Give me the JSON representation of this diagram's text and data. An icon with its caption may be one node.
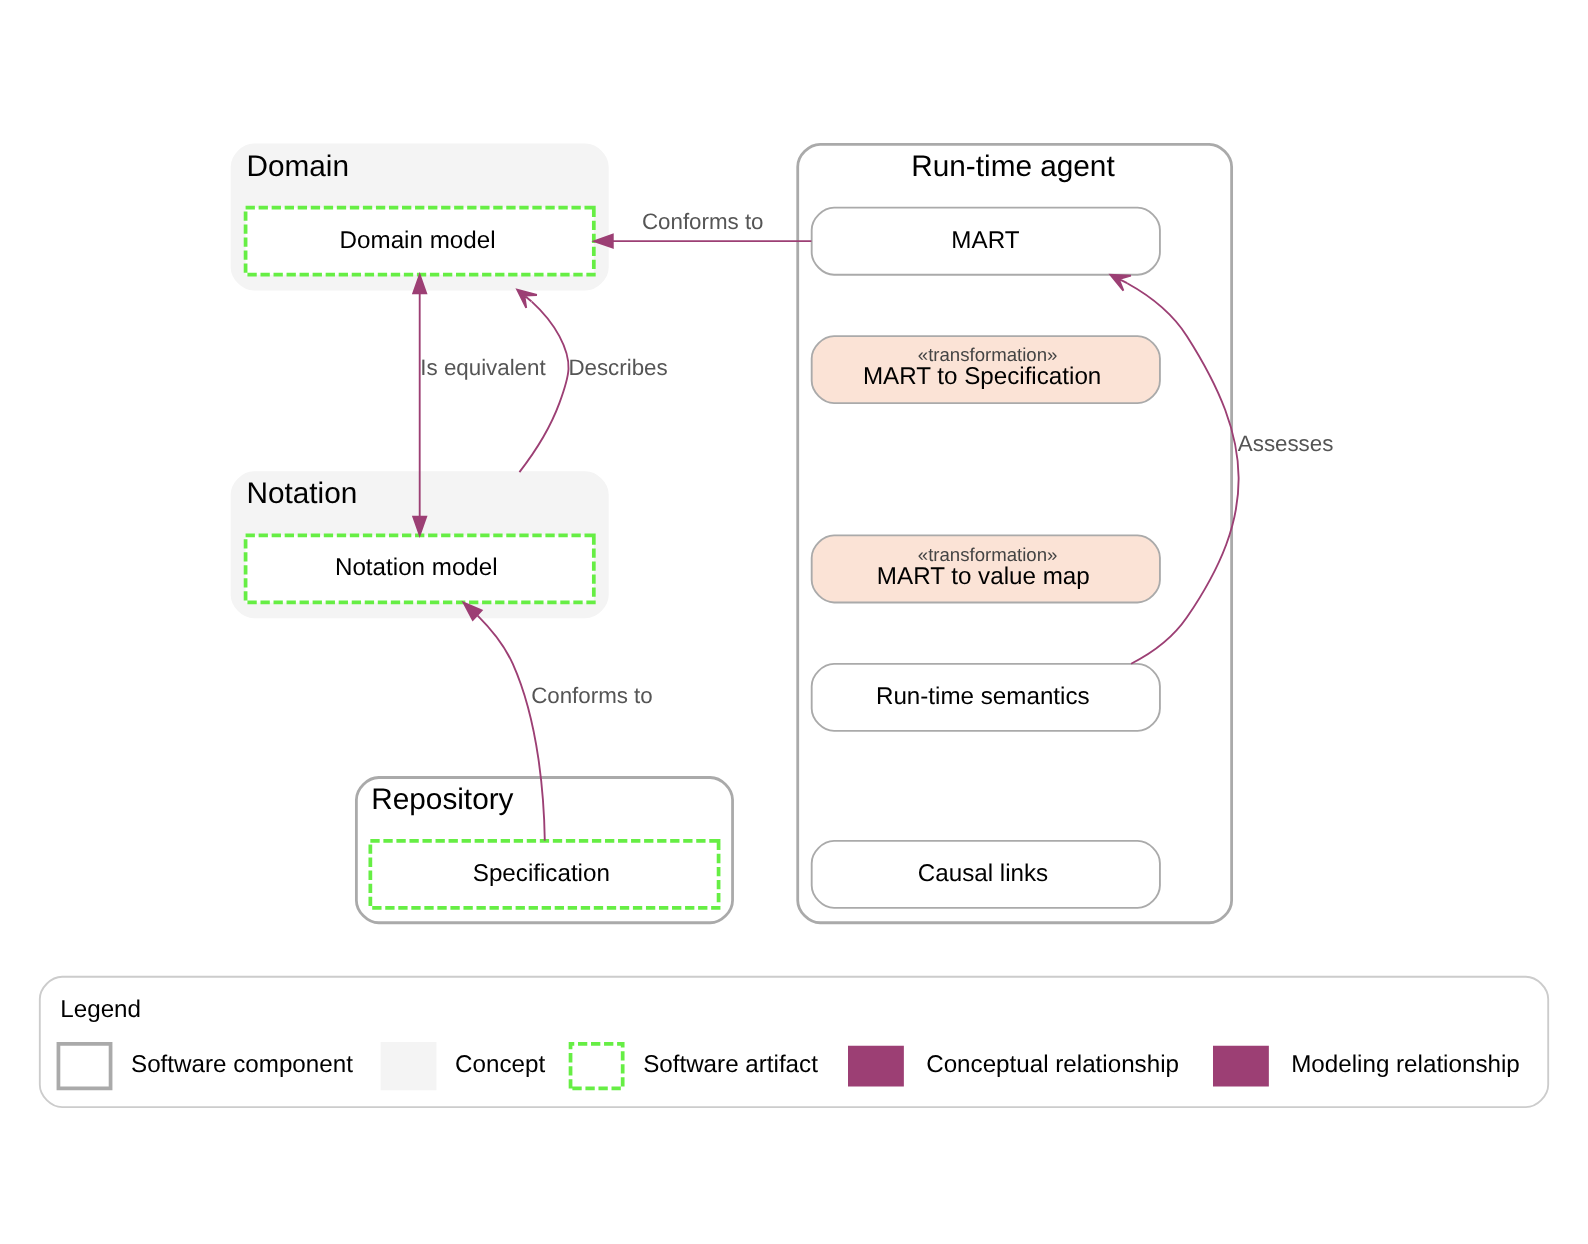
{
  "diagram": {
    "nodes": [
      {
        "text": [
          "Domain"
        ]
      },
      {
        "text": [
          "Domain model"
        ],
        "in": 0
      },
      {
        "text": [
          "Notation"
        ]
      },
      {
        "text": [
          "Notation model"
        ],
        "in": 2
      },
      {
        "text": [
          "Repository"
        ]
      },
      {
        "text": [
          "Specification"
        ],
        "in": 4
      },
      {
        "text": [
          "Run-time agent"
        ]
      },
      {
        "text": [
          "MART"
        ],
        "in": 6
      },
      {
        "text": [
          "«transformation»",
          "MART to Specification"
        ],
        "in": 6
      },
      {
        "text": [
          "«transformation»",
          "MART to value map"
        ],
        "in": 6
      },
      {
        "text": [
          "Run-time semantics"
        ],
        "in": 6
      },
      {
        "text": [
          "Causal links"
        ],
        "in": 6
      }
    ],
    "edges": [
      {
        "from": 7,
        "to": 1,
        "arrow": "to",
        "label": "Conforms to"
      },
      {
        "from": 2,
        "to": 0,
        "arrow": "to",
        "label": "Describes"
      },
      {
        "from": 1,
        "to": 3,
        "arrow": "both",
        "label": "Is equivalent"
      },
      {
        "from": 5,
        "to": 3,
        "arrow": "to",
        "label": "Conforms to"
      },
      {
        "from": 10,
        "to": 7,
        "arrow": "to",
        "label": "Assesses"
      }
    ],
    "labels": [
      "Legend"
    ],
    "legend": [
      {
        "text": "Software component"
      },
      {
        "text": "Concept",
        "color": "#f4f4f4"
      },
      {
        "text": "Software artifact"
      },
      {
        "text": "Conceptual relationship"
      },
      {
        "text": "Modeling relationship"
      }
    ]
  }
}
